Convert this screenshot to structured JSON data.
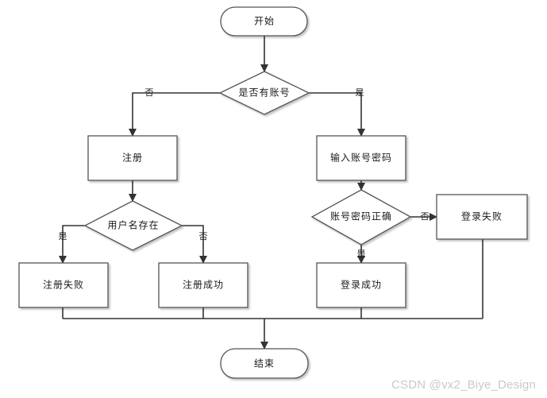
{
  "nodes": {
    "start": "开始",
    "has_account": "是否有账号",
    "register": "注册",
    "input_credentials": "输入账号密码",
    "username_exists": "用户名存在",
    "credentials_correct": "账号密码正确",
    "login_fail": "登录失败",
    "register_fail": "注册失败",
    "register_success": "注册成功",
    "login_success": "登录成功",
    "end": "结束"
  },
  "edges": {
    "has_account_no": "否",
    "has_account_yes": "是",
    "username_exists_yes": "是",
    "username_exists_no": "否",
    "credentials_correct_no": "否",
    "credentials_correct_yes": "是"
  },
  "watermark": "CSDN @vx2_Biye_Design",
  "colors": {
    "node_fill": "#ffffff",
    "node_stroke": "#555555",
    "line": "#333333",
    "watermark": "#c9c9c9"
  }
}
